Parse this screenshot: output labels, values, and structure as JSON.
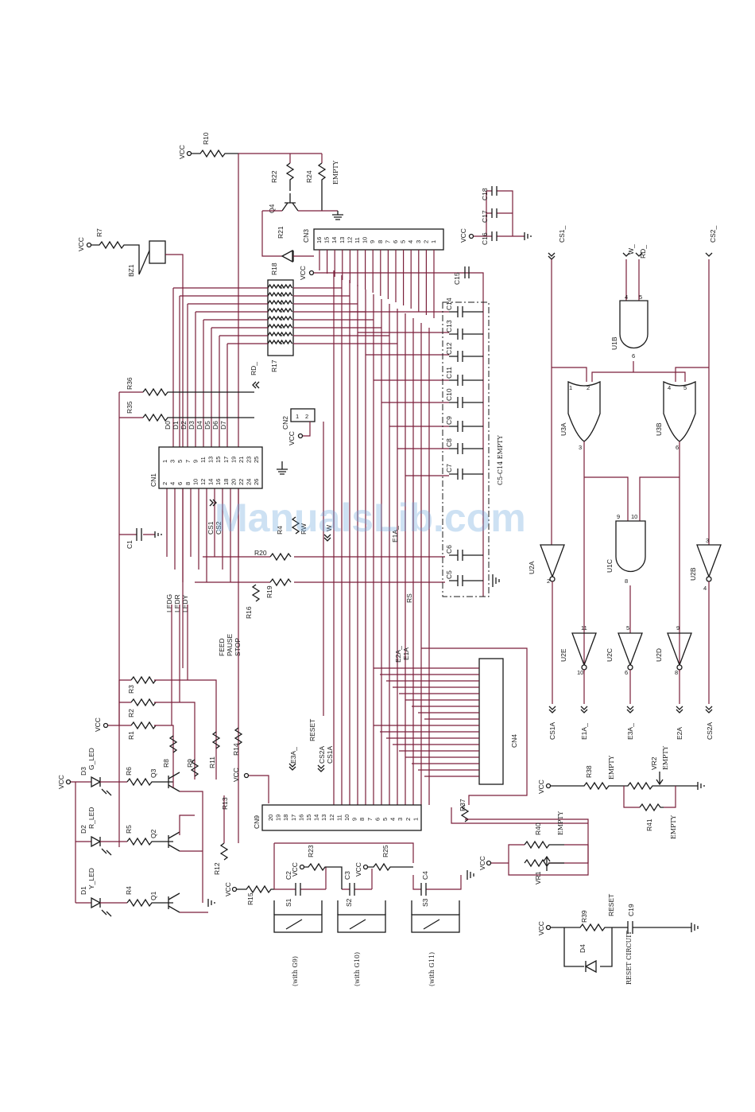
{
  "watermark": "ManualsLib.com",
  "power": {
    "vcc": "VCC"
  },
  "connectors": {
    "cn1": "CN1",
    "cn2": "CN2",
    "cn3": "CN3",
    "cn4": "CN4",
    "cn9": "CN9",
    "cn1_pins_left": [
      "2",
      "4",
      "6",
      "8",
      "10",
      "12",
      "14",
      "16",
      "18",
      "20",
      "22",
      "24",
      "26"
    ],
    "cn1_pins_right": [
      "1",
      "3",
      "5",
      "7",
      "9",
      "11",
      "13",
      "15",
      "17",
      "19",
      "21",
      "23",
      "25"
    ],
    "cn3_pins": [
      "16",
      "15",
      "14",
      "13",
      "12",
      "11",
      "10",
      "9",
      "8",
      "7",
      "6",
      "5",
      "4",
      "3",
      "2",
      "1"
    ],
    "cn9_pins": [
      "20",
      "19",
      "18",
      "17",
      "16",
      "15",
      "14",
      "13",
      "12",
      "11",
      "10",
      "9",
      "8",
      "7",
      "6",
      "5",
      "4",
      "3",
      "2",
      "1"
    ],
    "cn2_pins": [
      "1",
      "2"
    ]
  },
  "resistors": {
    "r1": "R1",
    "r2": "R2",
    "r3": "R3",
    "r4": "R4",
    "r5": "R5",
    "r6": "R6",
    "r7": "R7",
    "r8": "R8",
    "r9": "R9",
    "r10": "R10",
    "r11": "R11",
    "r12": "R12",
    "r13": "R13",
    "r14": "R14",
    "r15": "R15",
    "r16": "R16",
    "r17": "R17",
    "r18": "R18",
    "r19": "R19",
    "r20": "R20",
    "r21": "R21",
    "r22": "R22",
    "r23": "R23",
    "r24": "R24",
    "r25": "R25",
    "r35": "R35",
    "r36": "R36",
    "r37": "R37",
    "r38": "R38",
    "r39": "R39",
    "r40": "R40",
    "r41": "R41",
    "r4b": "R4"
  },
  "capacitors": {
    "c1": "C1",
    "c2": "C2",
    "c3": "C3",
    "c4": "C4",
    "c5": "C5",
    "c6": "C6",
    "c7": "C7",
    "c8": "C8",
    "c9": "C9",
    "c10": "C10",
    "c11": "C11",
    "c12": "C12",
    "c13": "C13",
    "c14": "C14",
    "c15": "C15",
    "c16": "C16",
    "c17": "C17",
    "c18": "C18",
    "c19": "C19"
  },
  "semis": {
    "q1": "Q1",
    "q2": "Q2",
    "q3": "Q3",
    "q4": "Q4",
    "d1": "D1",
    "d2": "D2",
    "d3": "D3",
    "d4": "D4",
    "y_led": "Y_LED",
    "r_led": "R_LED",
    "g_led": "G_LED",
    "bz1": "BZ1",
    "vr1": "VR1",
    "vr2": "VR2"
  },
  "switches": {
    "s1": "S1",
    "s2": "S2",
    "s3": "S3",
    "g9": "(with G9)",
    "g10": "(with G10)",
    "g11": "(with G11)"
  },
  "gates": {
    "u1b": "U1B",
    "u1c": "U1C",
    "u2a": "U2A",
    "u2b": "U2B",
    "u2c": "U2C",
    "u2d": "U2D",
    "u2e": "U2E",
    "u3a": "U3A",
    "u3b": "U3B"
  },
  "nets": {
    "d0": "D0",
    "d1": "D1",
    "d2": "D2",
    "d3": "D3",
    "d4": "D4",
    "d5": "D5",
    "d6": "D6",
    "d7": "D7",
    "rd": "RD_",
    "wr": "W",
    "w": "W_",
    "rs": "RS",
    "rw": "RW",
    "cs1": "CS1",
    "cs2": "CS2",
    "cs1_": "CS1_",
    "cs2_": "CS2_",
    "cs1a": "CS1A",
    "cs2a": "CS2A",
    "e1a": "E1A",
    "e1a_": "E1A_",
    "e2a": "E2A",
    "e2a_": "E2A_",
    "e3a": "E3A",
    "e3a_": "E3A_",
    "ledg": "LEDG",
    "ledr": "LEDR",
    "ledy": "LEDY",
    "feed": "FEED",
    "pause": "PAUSE",
    "stop": "STOP",
    "reset": "RESET",
    "rdw": "RD_"
  },
  "notes": {
    "empty": "EMPTY",
    "c5c14": "C5-C14 EMPTY",
    "emptyc": "EMPTY",
    "reset_circuit": "RESET CIRCUIT",
    "empty_r38": "EMPTY",
    "empty_r41": "EMPTY",
    "empty_r40": "EMPTY",
    "empty_vr2": "EMPTY"
  }
}
